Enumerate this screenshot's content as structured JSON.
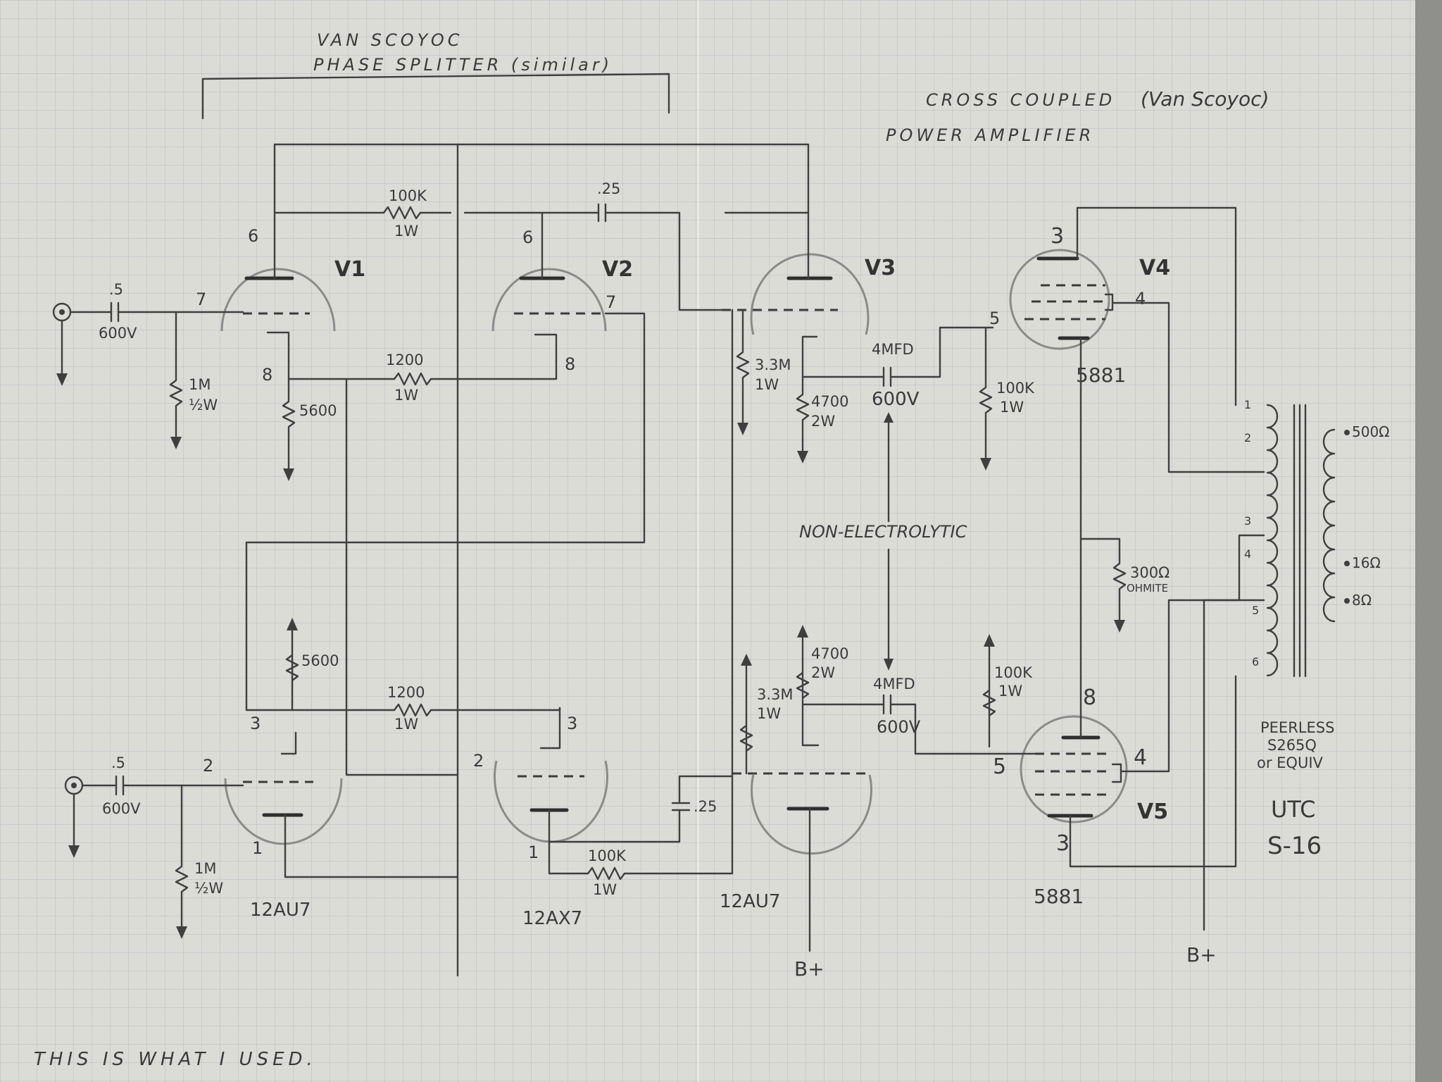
{
  "title": {
    "line1": "VAN SCOYOC",
    "line2": "PHASE SPLITTER (similar)",
    "right1": "CROSS COUPLED",
    "right1b": "(Van Scoyoc)",
    "right2": "POWER AMPLIFIER"
  },
  "tubes": {
    "v1": "V1",
    "v2": "V2",
    "v3": "V3",
    "v4": "V4",
    "v5": "V5",
    "type_12au7_left": "12AU7",
    "type_12ax7": "12AX7",
    "type_12au7_mid": "12AU7",
    "type_5881_v4": "5881",
    "type_5881_v5": "5881"
  },
  "components": {
    "cap_in_top": ".5",
    "cap_in_top_v": "600V",
    "cap_in_bot": ".5",
    "cap_in_bot_v": "600V",
    "r_grid_top": "1M",
    "r_grid_top_w": "½W",
    "r_grid_bot": "1M",
    "r_grid_bot_w": "½W",
    "r_fb_top": "100K",
    "r_fb_top_w": "1W",
    "cap_fb_top": ".25",
    "r_cath_top_a": "1200",
    "r_cath_top_aw": "1W",
    "r_cath_top_b": "5600",
    "r_cath_bot_b": "5600",
    "r_cath_bot_a": "1200",
    "r_cath_bot_aw": "1W",
    "cap_fb_bot": ".25",
    "r_fb_bot": "100K",
    "r_fb_bot_w": "1W",
    "r_v3_grid": "3.3M",
    "r_v3_grid_w": "1W",
    "r_v3_load": "4700",
    "r_v3_load_w": "2W",
    "cap_couple_top": "4MFD",
    "cap_couple_top_v": "600V",
    "r_v4_grid": "100K",
    "r_v4_grid_w": "1W",
    "r_v3b_grid": "3.3M",
    "r_v3b_grid_w": "1W",
    "r_v3b_load": "4700",
    "r_v3b_load_w": "2W",
    "cap_couple_bot": "4MFD",
    "cap_couple_bot_v": "600V",
    "r_v5_grid": "100K",
    "r_v5_grid_w": "1W",
    "r_cath_out": "300Ω",
    "r_cath_out_mfr": "OHMITE",
    "note_caps": "NON-ELECTROLYTIC"
  },
  "pins": {
    "v1_plate": "6",
    "v1_grid": "7",
    "v1_cath": "8",
    "v2_plate": "6",
    "v2_grid": "7",
    "v2_cath": "8",
    "v1b_cath": "3",
    "v1b_grid": "2",
    "v1b_plate": "1",
    "v2b_cath": "3",
    "v2b_grid": "2",
    "v2b_plate": "1",
    "v4_plate": "3",
    "v4_screen": "4",
    "v4_grid": "5",
    "v5_plate": "3",
    "v5_screen": "4",
    "v5_grid": "5",
    "v5_cath": "8"
  },
  "transformer": {
    "pri1": "1",
    "pri2": "2",
    "pri3": "3",
    "pri4": "4",
    "pri5": "5",
    "pri6": "6",
    "tap500": "500Ω",
    "tap16": "16Ω",
    "tap8": "8Ω",
    "model1": "PEERLESS",
    "model2": "S265Q",
    "model3": "or EQUIV",
    "model4": "UTC",
    "model5": "S-16"
  },
  "supply": {
    "bplus_left": "B+",
    "bplus_right": "B+"
  },
  "footnote": "THIS IS WHAT I USED."
}
